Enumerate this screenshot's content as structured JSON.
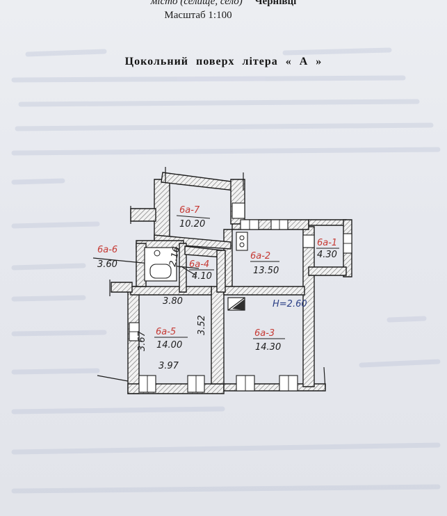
{
  "header": {
    "place_label": "місто (селище, село)",
    "city": "Чернівці",
    "scale": "Масштаб 1:100"
  },
  "floor_title": "Цокольний поверх літера « А »",
  "rooms": [
    {
      "id": "6а-1",
      "area": "4.30"
    },
    {
      "id": "6а-2",
      "area": "13.50"
    },
    {
      "id": "6а-3",
      "area": "14.30"
    },
    {
      "id": "6а-4",
      "area": "4.10"
    },
    {
      "id": "6а-5",
      "area": "14.00"
    },
    {
      "id": "6а-6",
      "area": "3.60"
    },
    {
      "id": "6а-7",
      "area": "10.20"
    }
  ],
  "dimensions": {
    "room5_top": "3.80",
    "room5_bottom": "3.97",
    "room5_left": "3.67",
    "room5_right": "3.52",
    "room4_width": "2.16",
    "ceiling_height": "H=2.60"
  },
  "colors": {
    "page": "#e7e9ee",
    "ink": "#1d1d1d",
    "room_label": "#c63a34",
    "height_label": "#2b3f86"
  }
}
